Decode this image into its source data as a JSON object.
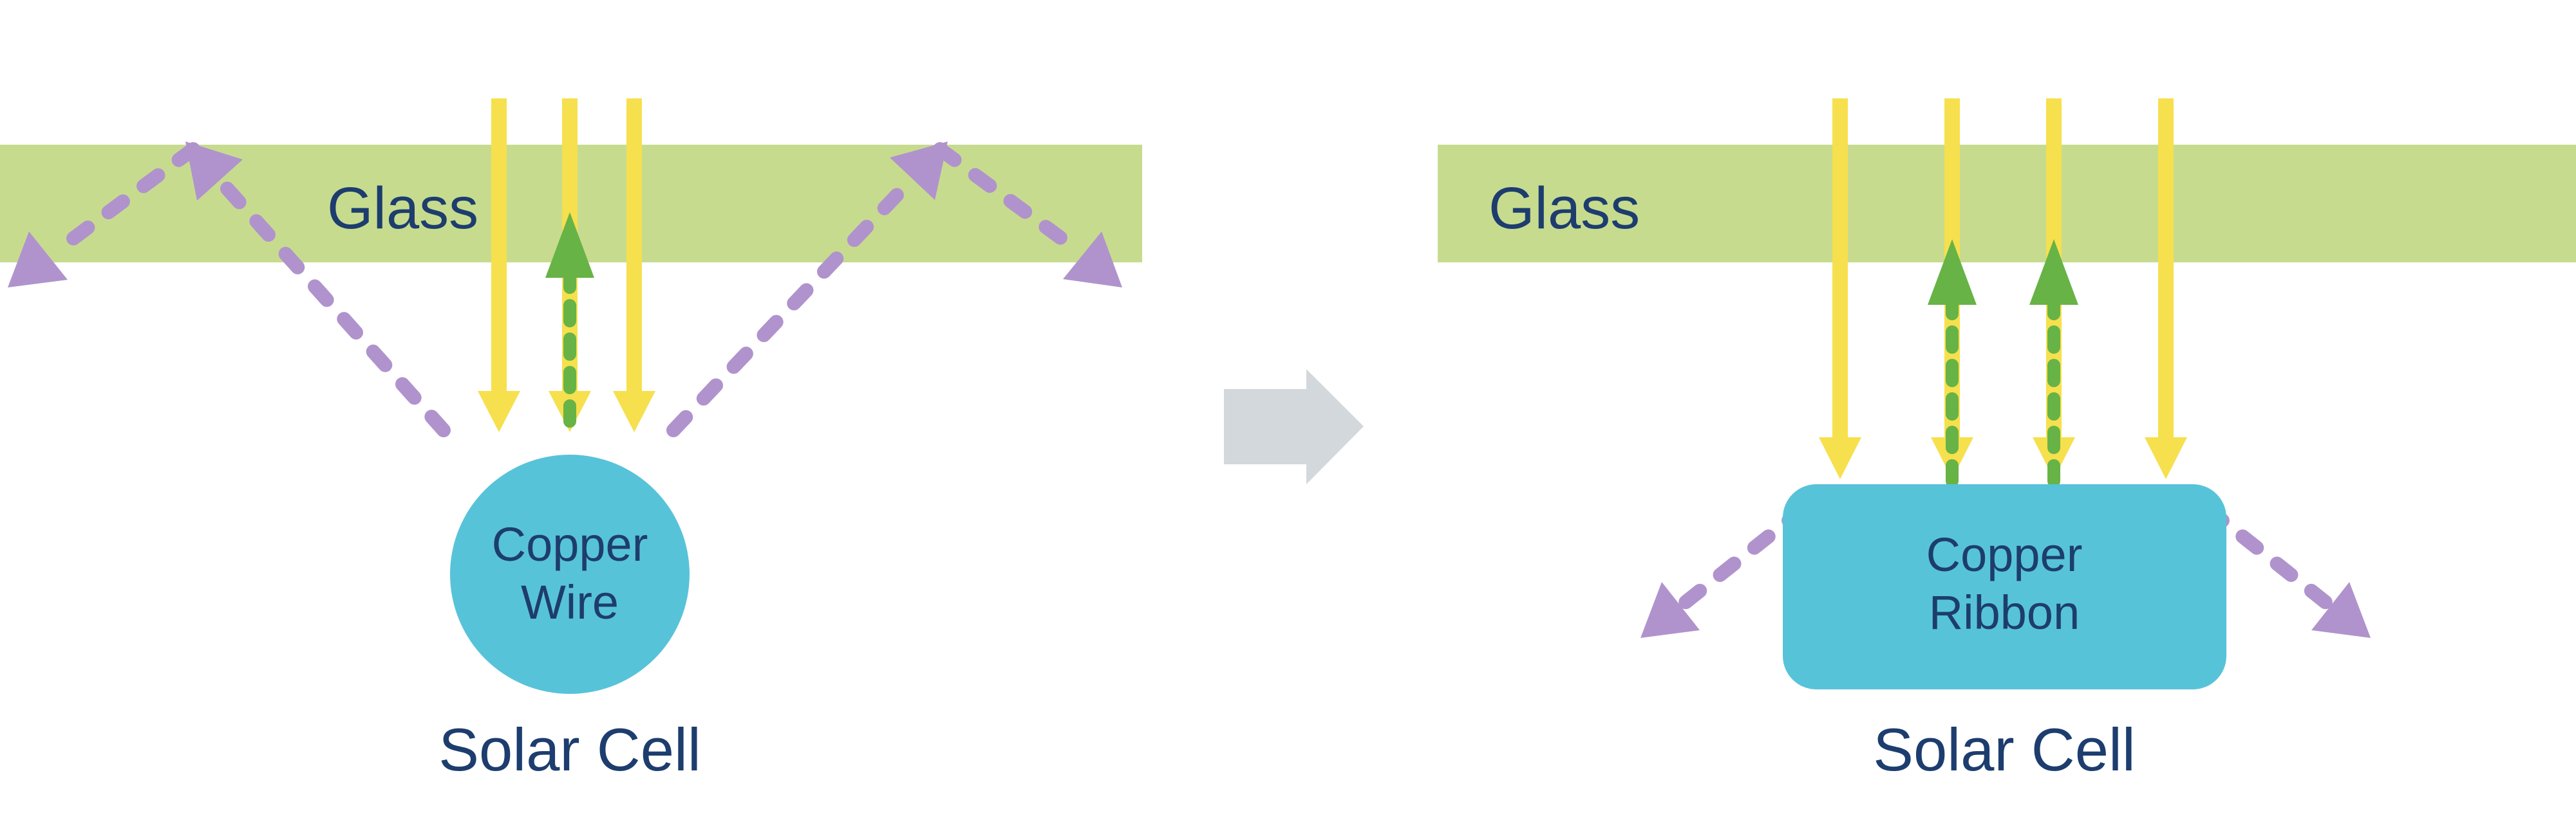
{
  "diagram": {
    "left": {
      "glass_label": "Glass",
      "conductor_line1": "Copper",
      "conductor_line2": "Wire",
      "cell_label": "Solar Cell"
    },
    "right": {
      "glass_label": "Glass",
      "conductor_line1": "Copper",
      "conductor_line2": "Ribbon",
      "cell_label": "Solar Cell"
    },
    "colors": {
      "background": "#ffffff",
      "glass": "#c7db8f",
      "sunlight": "#f6e04d",
      "reflected": "#67b346",
      "lost": "#b093cc",
      "conductor": "#57c3d9",
      "text": "#1d3d6e",
      "transition": "#d2d8db"
    }
  }
}
